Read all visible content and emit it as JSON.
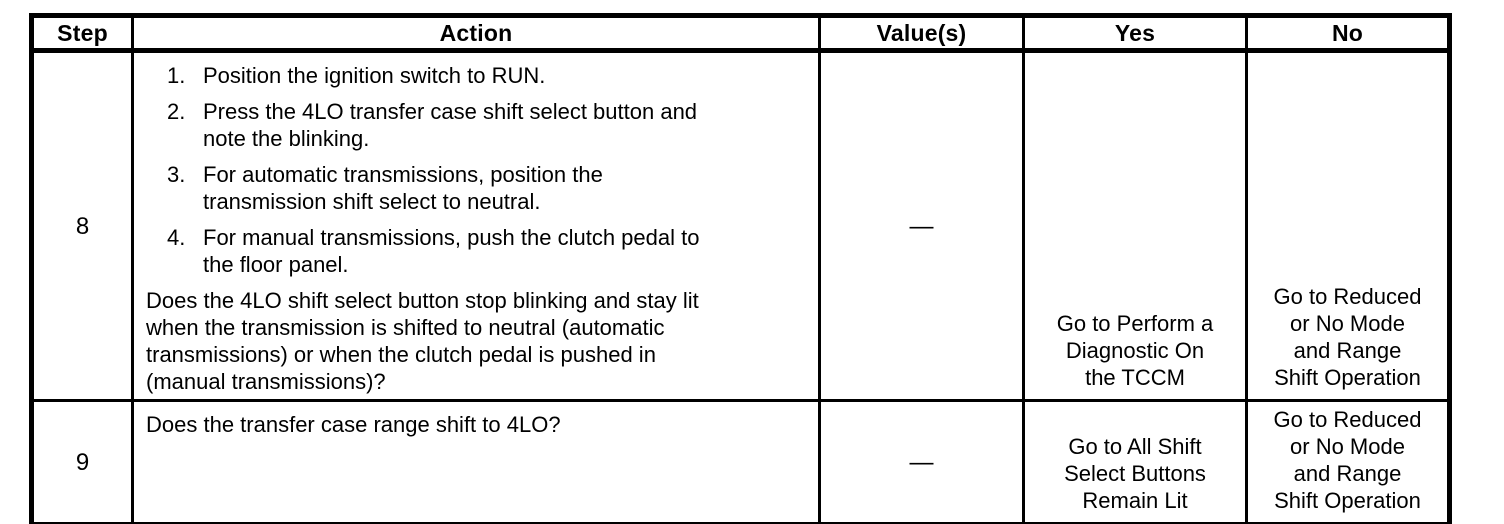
{
  "doc": {
    "headers": {
      "step": "Step",
      "action": "Action",
      "values": "Value(s)",
      "yes": "Yes",
      "no": "No"
    },
    "rows": [
      {
        "step": "8",
        "items": [
          {
            "num": "1.",
            "text": "Position the ignition switch to RUN."
          },
          {
            "num": "2.",
            "text": "Press the 4LO transfer case shift select button and\nnote the blinking."
          },
          {
            "num": "3.",
            "text": "For automatic transmissions, position the\ntransmission shift select to neutral."
          },
          {
            "num": "4.",
            "text": "For manual transmissions, push the clutch pedal to\nthe floor panel."
          }
        ],
        "question": "Does the 4LO shift select button stop blinking and stay lit\nwhen the transmission is shifted to neutral (automatic\ntransmissions) or when the clutch pedal is pushed in\n(manual transmissions)?",
        "value": "—",
        "yes": "Go to Perform a\nDiagnostic On\nthe TCCM",
        "no": "Go to Reduced\nor No Mode\nand Range\nShift Operation"
      },
      {
        "step": "9",
        "question": "Does the transfer case range shift to 4LO?",
        "value": "—",
        "yes": "Go to All Shift\nSelect Buttons\nRemain Lit",
        "no": "Go to Reduced\nor No Mode\nand Range\nShift Operation"
      }
    ]
  }
}
